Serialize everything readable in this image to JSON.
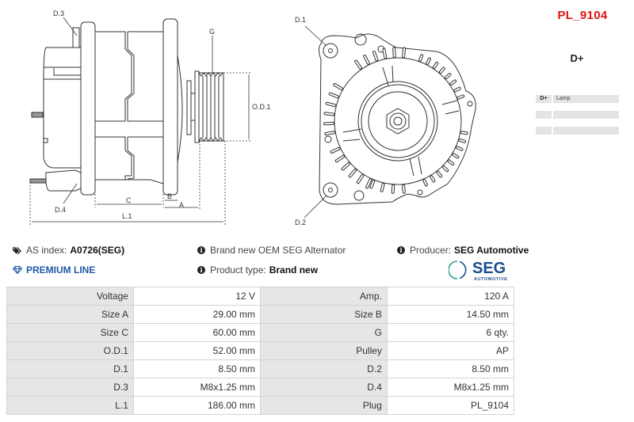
{
  "drawing": {
    "side_labels": {
      "d3": "D.3",
      "d4": "D.4",
      "g": "G",
      "od1": "O.D.1",
      "a": "A",
      "b": "B",
      "c": "C",
      "l1": "L.1"
    },
    "front_labels": {
      "d1": "D.1",
      "d2": "D.2"
    }
  },
  "plug": {
    "code": "PL_9104",
    "terminal": "D+",
    "pins": [
      {
        "code": "D+",
        "desc": "Lamp"
      },
      {
        "code": "",
        "desc": ""
      },
      {
        "code": "",
        "desc": ""
      }
    ],
    "code_color": "#e01010"
  },
  "info": {
    "as_index_label": "AS index:",
    "as_index_value": "A0726(SEG)",
    "premium": "PREMIUM LINE",
    "description": "Brand new OEM SEG Alternator",
    "product_type_label": "Product type:",
    "product_type_value": "Brand new",
    "producer_label": "Producer:",
    "producer_value": "SEG Automotive",
    "premium_color": "#1e5aa8"
  },
  "logo": {
    "brand": "SEG",
    "sub": "AUTOMOTIVE",
    "brand_color": "#1a4f8b",
    "ring_color": "#2a9d8f"
  },
  "specs": [
    {
      "l1": "Voltage",
      "v1": "12 V",
      "l2": "Amp.",
      "v2": "120 A"
    },
    {
      "l1": "Size A",
      "v1": "29.00 mm",
      "l2": "Size B",
      "v2": "14.50 mm"
    },
    {
      "l1": "Size C",
      "v1": "60.00 mm",
      "l2": "G",
      "v2": "6 qty."
    },
    {
      "l1": "O.D.1",
      "v1": "52.00 mm",
      "l2": "Pulley",
      "v2": "AP"
    },
    {
      "l1": "D.1",
      "v1": "8.50 mm",
      "l2": "D.2",
      "v2": "8.50 mm"
    },
    {
      "l1": "D.3",
      "v1": "M8x1.25 mm",
      "l2": "D.4",
      "v2": "M8x1.25 mm"
    },
    {
      "l1": "L.1",
      "v1": "186.00 mm",
      "l2": "Plug",
      "v2": "PL_9104"
    }
  ]
}
